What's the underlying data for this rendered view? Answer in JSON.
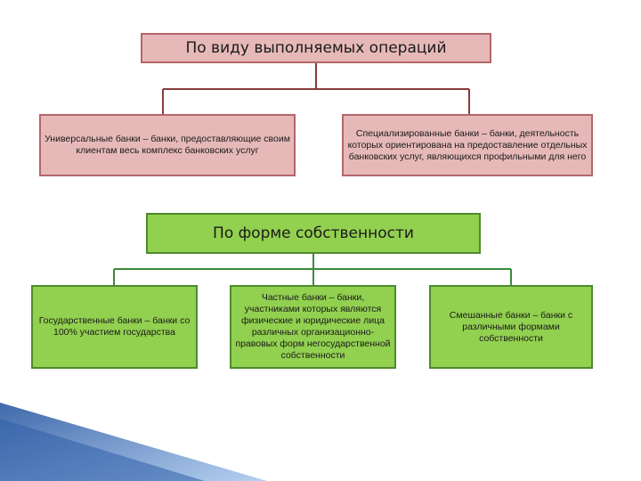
{
  "diagram": {
    "section_operations": {
      "title": "По виду выполняемых операций",
      "left": "Универсальные банки – банки, предоставляющие своим клиентам весь комплекс банковских услуг",
      "right": "Специализированные банки – банки, деятельность которых ориентирована на предоставление отдельных банковских услуг, являющихся профильными для него"
    },
    "section_ownership": {
      "title": "По форме собственности",
      "left": "Государственные банки – банки со 100% участием государства",
      "middle": "Частные банки – банки, участниками которых являются физические и юридические лица различных организационно-правовых форм негосударственной собственности",
      "right": "Смешанные банки – банки с различными формами собственности"
    },
    "colors": {
      "pink_fill": "#e6b9b8",
      "pink_border": "#b4666b",
      "green_fill": "#92d050",
      "green_border": "#4f8a2d",
      "pink_connector": "#8b3a3a",
      "green_connector": "#3c8c3c",
      "corner_accent": "#2e5fa8"
    }
  }
}
